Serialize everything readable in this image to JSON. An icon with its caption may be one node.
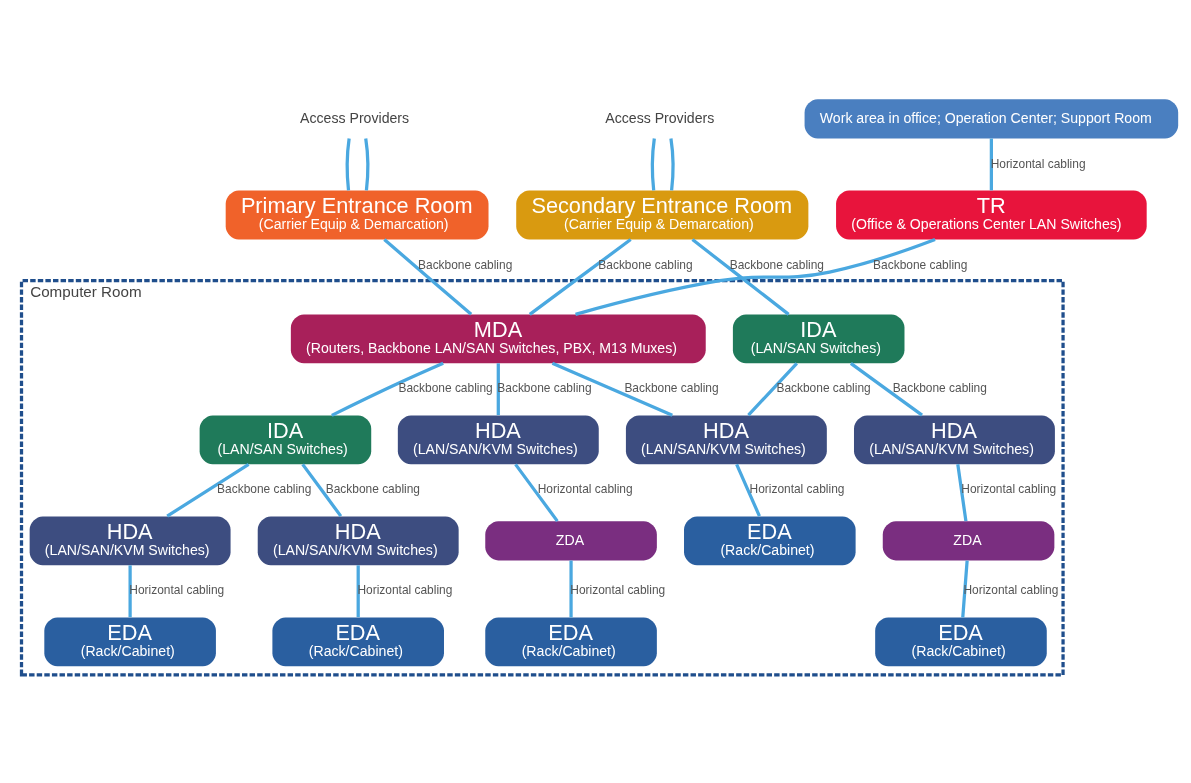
{
  "diagram": {
    "nodes": [
      {
        "text": [
          "Access Providers"
        ]
      },
      {
        "text": [
          "Access Providers"
        ]
      },
      {
        "text": [
          "Work area in office; Operation Center; Support Room"
        ]
      },
      {
        "text": [
          "Primary Entrance Room",
          "(Carrier Equip & Demarcation)"
        ]
      },
      {
        "text": [
          "Secondary Entrance Room",
          "(Carrier Equip & Demarcation)"
        ]
      },
      {
        "text": [
          "TR",
          "(Office & Operations Center LAN Switches)"
        ]
      },
      {
        "text": [
          "Computer Room"
        ]
      },
      {
        "text": [
          "MDA",
          "(Routers, Backbone LAN/SAN Switches, PBX, M13 Muxes)"
        ],
        "in": 6
      },
      {
        "text": [
          "IDA",
          "(LAN/SAN Switches)"
        ],
        "in": 6
      },
      {
        "text": [
          "IDA",
          "(LAN/SAN Switches)"
        ],
        "in": 6
      },
      {
        "text": [
          "HDA",
          "(LAN/SAN/KVM Switches)"
        ],
        "in": 6
      },
      {
        "text": [
          "HDA",
          "(LAN/SAN/KVM Switches)"
        ],
        "in": 6
      },
      {
        "text": [
          "HDA",
          "(LAN/SAN/KVM Switches)"
        ],
        "in": 6
      },
      {
        "text": [
          "ZDA"
        ],
        "in": 6
      },
      {
        "text": [
          "HDA",
          "(LAN/SAN/KVM Switches)"
        ],
        "in": 6
      },
      {
        "text": [
          "HDA",
          "(LAN/SAN/KVM Switches)"
        ],
        "in": 6
      },
      {
        "text": [
          "ZDA"
        ],
        "in": 6
      },
      {
        "text": [
          "EDA",
          "(Rack/Cabinet)"
        ],
        "in": 6
      },
      {
        "text": [
          "EDA",
          "(Rack/Cabinet)"
        ],
        "in": 6
      },
      {
        "text": [
          "EDA",
          "(Rack/Cabinet)"
        ],
        "in": 6
      },
      {
        "text": [
          "EDA",
          "(Rack/Cabinet)"
        ],
        "in": 6
      },
      {
        "text": [
          "EDA",
          "(Rack/Cabinet)"
        ],
        "in": 6
      }
    ],
    "edges": [
      {
        "from": 0,
        "to": 3,
        "arrow": "none"
      },
      {
        "from": 0,
        "to": 3,
        "arrow": "none"
      },
      {
        "from": 1,
        "to": 4,
        "arrow": "none"
      },
      {
        "from": 1,
        "to": 4,
        "arrow": "none"
      },
      {
        "from": 2,
        "to": 5,
        "arrow": "none",
        "label": "Horizontal cabling"
      },
      {
        "from": 5,
        "to": 7,
        "arrow": "none",
        "label": "Backbone cabling"
      },
      {
        "from": 3,
        "to": 7,
        "arrow": "none",
        "label": "Backbone cabling"
      },
      {
        "from": 4,
        "to": 7,
        "arrow": "none",
        "label": "Backbone cabling"
      },
      {
        "from": 4,
        "to": 8,
        "arrow": "none",
        "label": "Backbone cabling"
      },
      {
        "from": 7,
        "to": 10,
        "arrow": "none",
        "label": "Backbone cabling"
      },
      {
        "from": 7,
        "to": 9,
        "arrow": "none",
        "label": "Backbone cabling"
      },
      {
        "from": 7,
        "to": 11,
        "arrow": "none",
        "label": "Backbone cabling"
      },
      {
        "from": 8,
        "to": 11,
        "arrow": "none",
        "label": "Backbone cabling"
      },
      {
        "from": 8,
        "to": 12,
        "arrow": "none",
        "label": "Backbone cabling"
      },
      {
        "from": 10,
        "to": 13,
        "arrow": "none",
        "label": "Horizontal cabling"
      },
      {
        "from": 9,
        "to": 14,
        "arrow": "none",
        "label": "Backbone cabling"
      },
      {
        "from": 9,
        "to": 15,
        "arrow": "none",
        "label": "Backbone cabling"
      },
      {
        "from": 12,
        "to": 16,
        "arrow": "none",
        "label": "Horizontal cabling"
      },
      {
        "from": 13,
        "to": 17,
        "arrow": "none",
        "label": "Horizontal cabling"
      },
      {
        "from": 14,
        "to": 18,
        "arrow": "none",
        "label": "Horizontal cabling"
      },
      {
        "from": 15,
        "to": 19,
        "arrow": "none",
        "label": "Horizontal cabling"
      },
      {
        "from": 11,
        "to": 20,
        "arrow": "none",
        "label": "Horizontal cabling"
      },
      {
        "from": 16,
        "to": 21,
        "arrow": "none",
        "label": "Horizontal cabling"
      }
    ]
  }
}
